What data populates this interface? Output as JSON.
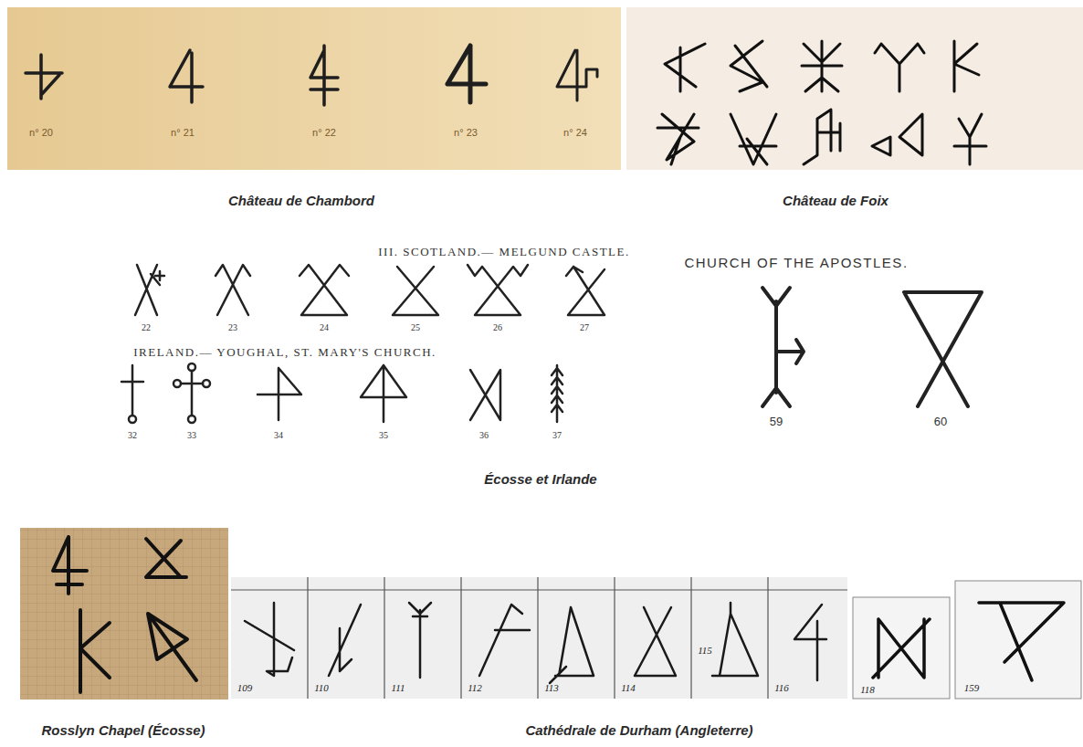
{
  "diagram": {
    "labels": [
      "n° 20",
      "n° 21",
      "n° 22",
      "n° 23",
      "n° 24",
      "Château de Chambord",
      "Château de Foix",
      "III. SCOTLAND.— MELGUND CASTLE.",
      "22",
      "23",
      "24",
      "25",
      "26",
      "27",
      "CHURCH OF THE APOSTLES.",
      "IRELAND.— YOUGHAL, ST. MARY'S CHURCH.",
      "32",
      "33",
      "34",
      "35",
      "36",
      "37",
      "59",
      "60",
      "Écosse et Irlande",
      "Rosslyn Chapel (Écosse)",
      "Cathédrale de Durham (Angleterre)",
      "109",
      "110",
      "111",
      "112",
      "113",
      "114",
      "115",
      "116",
      "118",
      "159"
    ]
  }
}
